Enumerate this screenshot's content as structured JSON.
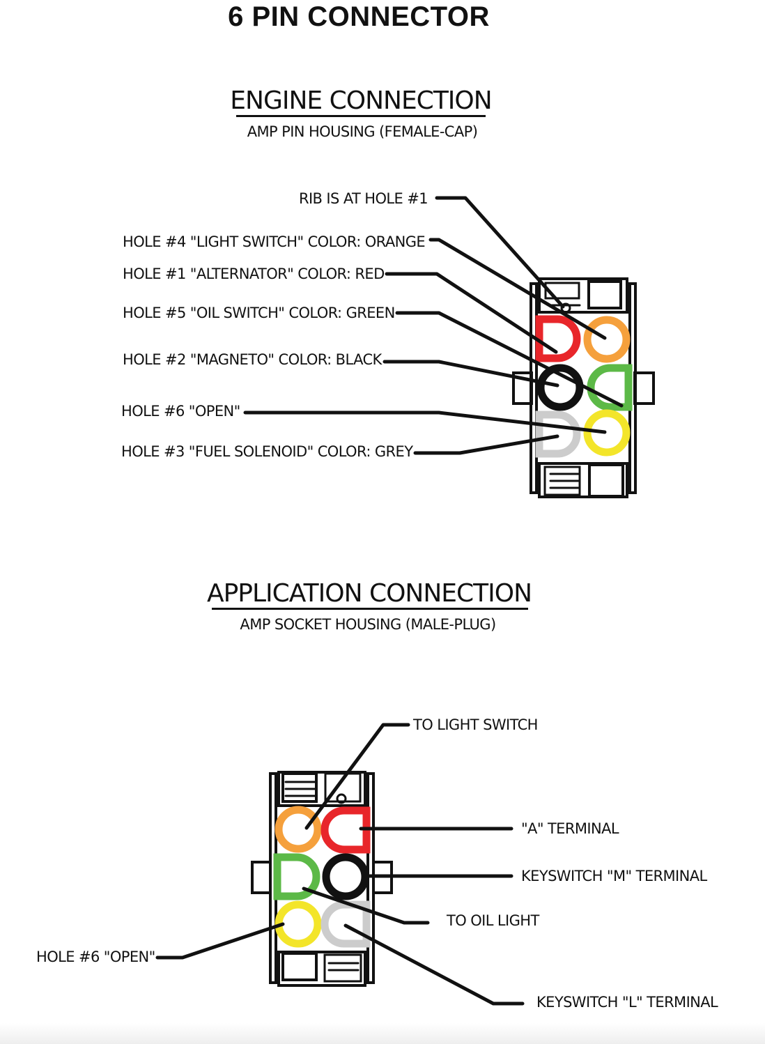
{
  "title": "6 PIN CONNECTOR",
  "engine": {
    "heading": "ENGINE CONNECTION",
    "subheading": "AMP PIN HOUSING (FEMALE-CAP)",
    "labels": {
      "rib": "RIB IS AT HOLE #1",
      "hole4": "HOLE #4 \"LIGHT SWITCH\" COLOR: ORANGE",
      "hole1": "HOLE #1 \"ALTERNATOR\"  COLOR: RED",
      "hole5": "HOLE #5 \"OIL SWITCH\" COLOR: GREEN",
      "hole2": "HOLE #2 \"MAGNETO\" COLOR: BLACK",
      "hole6": "HOLE #6 \"OPEN\"",
      "hole3": "HOLE #3 \"FUEL SOLENOID\" COLOR: GREY"
    }
  },
  "application": {
    "heading": "APPLICATION CONNECTION",
    "subheading": "AMP SOCKET HOUSING (MALE-PLUG)",
    "labels": {
      "light_switch": "TO LIGHT SWITCH",
      "a_terminal": "\"A\" TERMINAL",
      "m_terminal": "KEYSWITCH \"M\" TERMINAL",
      "oil_light": "TO OIL LIGHT",
      "hole6": "HOLE #6 \"OPEN\"",
      "l_terminal": "KEYSWITCH \"L\" TERMINAL"
    }
  },
  "colors": {
    "orange": "#f5a03c",
    "red": "#e8262a",
    "green": "#5cb947",
    "black": "#111111",
    "grey": "#cccccc",
    "yellow": "#f3e52a"
  }
}
